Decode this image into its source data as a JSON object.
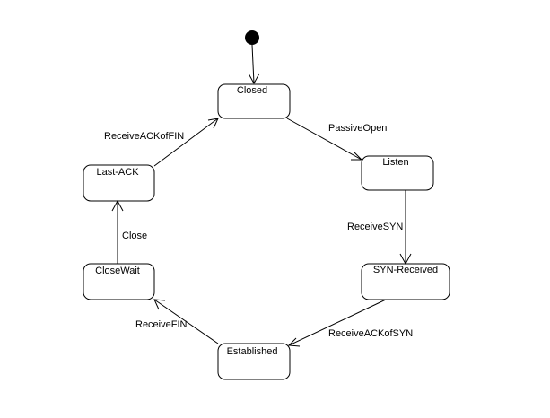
{
  "diagram": {
    "type": "state-machine",
    "initial_state": "Closed",
    "states": {
      "closed": "Closed",
      "listen": "Listen",
      "syn_received": "SYN-Received",
      "established": "Established",
      "close_wait": "CloseWait",
      "last_ack": "Last-ACK"
    },
    "transitions": {
      "passive_open": "PassiveOpen",
      "receive_syn": "ReceiveSYN",
      "receive_ack_of_syn": "ReceiveACKofSYN",
      "receive_fin": "ReceiveFIN",
      "close": "Close",
      "receive_ack_of_fin": "ReceiveACKofFIN"
    }
  }
}
